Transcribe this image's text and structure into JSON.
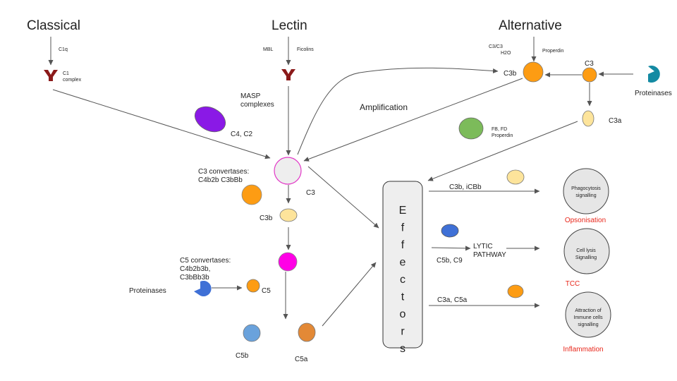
{
  "pathways": {
    "classical": "Classical",
    "lectin": "Lectin",
    "alternative": "Alternative"
  },
  "labels": {
    "c1q": "C1q",
    "c1_complex_1": "C1",
    "c1_complex_2": "complex",
    "mbl": "MBL",
    "ficolins": "Ficolins",
    "masp_1": "MASP",
    "masp_2": "complexes",
    "c4_c2": "C4, C2",
    "c3c3_1": "C3/C3",
    "c3c3_2": "H2O",
    "properdin_top": "Properdin",
    "c3b_top": "C3b",
    "c3_top": "C3",
    "proteinases_top": "Proteinases",
    "amplification": "Amplification",
    "fb_fd_1": "FB, FD",
    "fb_fd_2": "Properdin",
    "c3a_top": "C3a",
    "c3_conv_1": "C3 convertases:",
    "c3_conv_2": "C4b2b C3bBb",
    "c3_center": "C3",
    "c3b_center": "C3b",
    "c5_conv_1": "C5 convertases:",
    "c5_conv_2": "C4b2b3b,",
    "c5_conv_3": "C3bBb3b",
    "proteinases_bottom": "Proteinases",
    "c5": "C5",
    "c5b": "C5b",
    "c5a": "C5a",
    "effectors_letters": [
      "E",
      "f",
      "f",
      "e",
      "c",
      "t",
      "o",
      "r",
      "s"
    ],
    "c3b_icbb": "C3b, iCBb",
    "lytic_1": "LYTIC",
    "lytic_2": "PATHWAY",
    "c5b_c9": "C5b, C9",
    "c3a_c5a": "C3a, C5a"
  },
  "outcomes": [
    {
      "lines": [
        "Phagocytosis",
        "signalling"
      ],
      "name": "Opsonisation"
    },
    {
      "lines": [
        "Cell lysis",
        "Signalling"
      ],
      "name": "TCC"
    },
    {
      "lines": [
        "Attraction of",
        "Immune cells",
        "signalling"
      ],
      "name": "Inflammation"
    }
  ],
  "colors": {
    "receptor": "#8b1a1a",
    "purple": "#8a19e6",
    "orange": "#fd9c13",
    "light_yellow": "#fde49b",
    "green": "#7cbb5a",
    "teal": "#148aa3",
    "magenta": "#ff00e6",
    "blue_dark": "#3f70d6",
    "blue_light": "#6aa2dc",
    "brown_orange": "#e38936",
    "gray_fill": "#eeeeee",
    "pink_stroke": "#e238c7",
    "red_text": "#e8271b"
  }
}
